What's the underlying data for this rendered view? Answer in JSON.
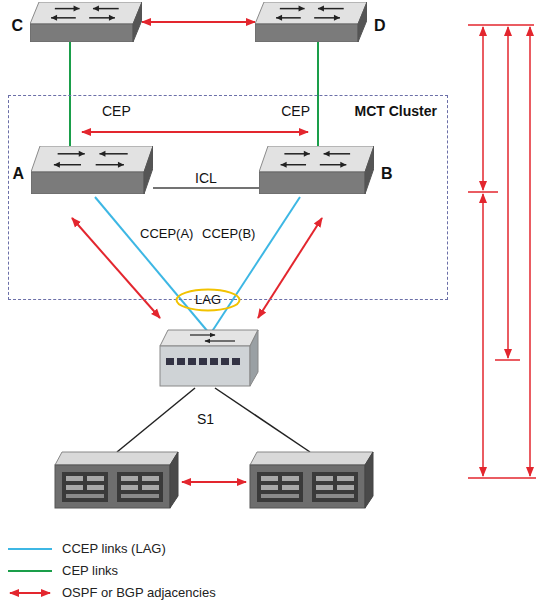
{
  "diagram": {
    "nodes": [
      {
        "text": [
          "C"
        ]
      },
      {
        "text": [
          "D"
        ]
      },
      {
        "text": [
          "MCT Cluster"
        ]
      },
      {
        "text": [
          "A"
        ],
        "in": 2
      },
      {
        "text": [
          "B"
        ],
        "in": 2
      },
      {
        "text": [
          "LAG"
        ]
      }
    ],
    "edges": [
      {
        "from": 0,
        "to": 1,
        "arrow": "both"
      },
      {
        "from": 0,
        "to": 3,
        "arrow": "none",
        "label": "CEP"
      },
      {
        "from": 1,
        "to": 4,
        "arrow": "none",
        "label": "CEP"
      },
      {
        "from": 3,
        "to": 4,
        "arrow": "none",
        "label": "ICL"
      }
    ],
    "labels": [
      "CCEP(A)",
      "CCEP(B)",
      "S1"
    ],
    "legend": [
      {
        "text": "CCEP links (LAG)"
      },
      {
        "text": "CEP links"
      },
      {
        "text": "OSPF or BGP adjacencies"
      }
    ]
  }
}
